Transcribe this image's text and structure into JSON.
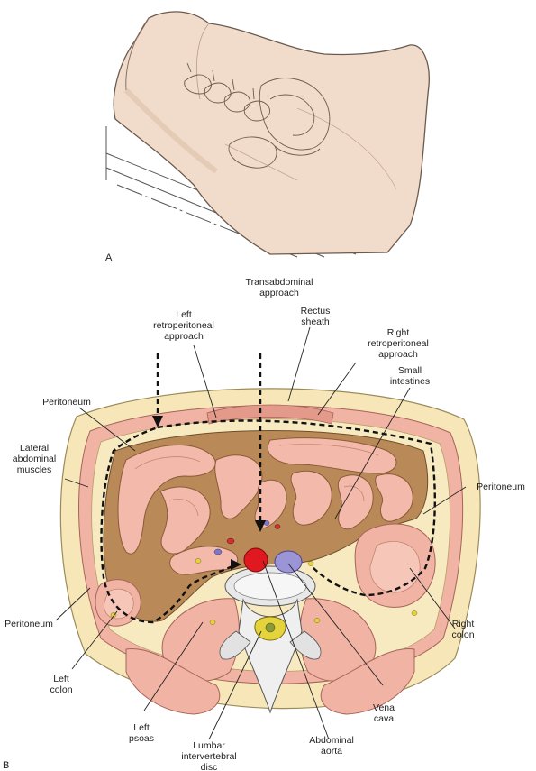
{
  "panels": {
    "a": "A",
    "b": "B"
  },
  "labels": {
    "transabdominal": [
      "Transabdominal",
      "approach"
    ],
    "left_retro": [
      "Left",
      "retroperitoneal",
      "approach"
    ],
    "rectus": [
      "Rectus",
      "sheath"
    ],
    "right_retro": [
      "Right",
      "retroperitoneal",
      "approach"
    ],
    "small_int": [
      "Small",
      "intestines"
    ],
    "peritoneum_tl": [
      "Peritoneum"
    ],
    "lateral_abd": [
      "Lateral",
      "abdominal",
      "muscles"
    ],
    "peritoneum_r": [
      "Peritoneum"
    ],
    "peritoneum_l": [
      "Peritoneum"
    ],
    "right_colon": [
      "Right",
      "colon"
    ],
    "left_colon": [
      "Left",
      "colon"
    ],
    "vena_cava": [
      "Vena",
      "cava"
    ],
    "left_psoas": [
      "Left",
      "psoas"
    ],
    "abd_aorta": [
      "Abdominal",
      "aorta"
    ],
    "lumbar_disc": [
      "Lumbar",
      "intervertebral",
      "disc"
    ]
  }
}
